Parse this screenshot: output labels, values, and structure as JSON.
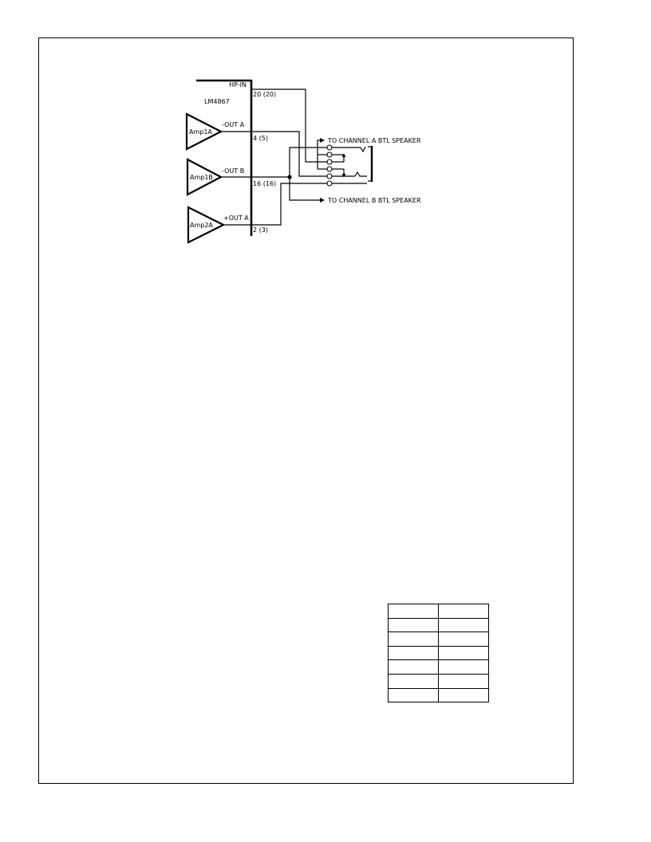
{
  "diagram": {
    "chip_name": "LM4867",
    "hp_in_label": "HP-IN",
    "pins": {
      "hp_in": "20 (20)",
      "out_a_neg": "4 (5)",
      "out_b_neg": "16 (16)",
      "out_a_pos": "2 (3)"
    },
    "signals": {
      "out_a_neg": "-OUT A",
      "out_b_neg": "-OUT B",
      "out_a_pos": "+OUT A"
    },
    "amplifiers": {
      "amp1a": "Amp1A",
      "amp1b": "Amp1B",
      "amp2a": "Amp2A"
    },
    "destinations": {
      "channel_a": "TO CHANNEL A BTL SPEAKER",
      "channel_b": "TO CHANNEL B BTL SPEAKER"
    }
  },
  "colors": {
    "ink": "#000000",
    "paper": "#ffffff"
  }
}
